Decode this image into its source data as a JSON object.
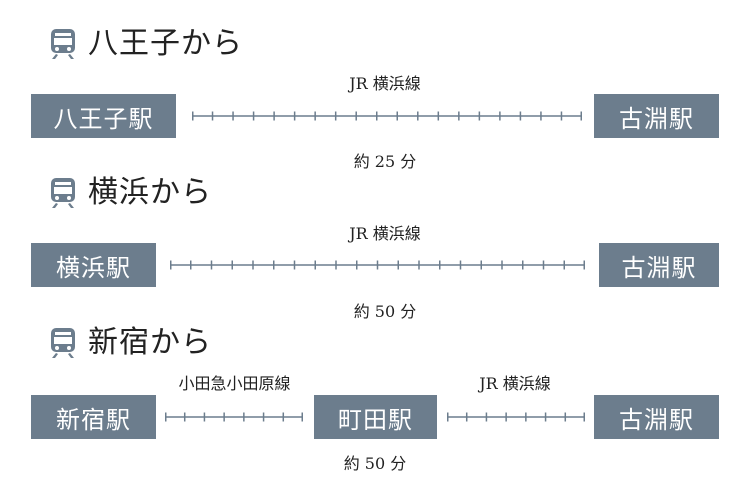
{
  "colors": {
    "station_bg": "#6c7d8d",
    "rail": "#6c7d8d",
    "icon": "#6c7d8d",
    "text": "#222222"
  },
  "icon": "train-icon",
  "sections": [
    {
      "title": "八王子から",
      "from": "八王子駅",
      "to": "古淵駅",
      "line": "JR 横浜線",
      "time": "約 25 分"
    },
    {
      "title": "横浜から",
      "from": "横浜駅",
      "to": "古淵駅",
      "line": "JR 横浜線",
      "time": "約 50 分"
    },
    {
      "title": "新宿から",
      "from": "新宿駅",
      "via": "町田駅",
      "to": "古淵駅",
      "line1": "小田急小田原線",
      "line2": "JR 横浜線",
      "time": "約 50 分"
    }
  ]
}
